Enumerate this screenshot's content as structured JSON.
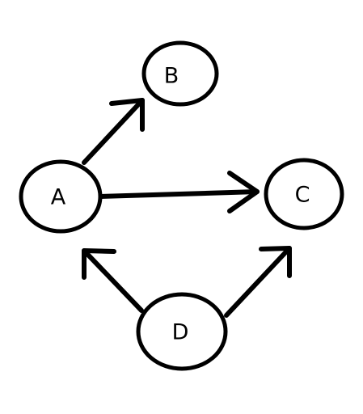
{
  "diagram": {
    "type": "directed-graph",
    "colors": {
      "stroke": "#000000",
      "background": "#ffffff"
    },
    "nodes": [
      {
        "id": "A",
        "label": "A"
      },
      {
        "id": "B",
        "label": "B"
      },
      {
        "id": "C",
        "label": "C"
      },
      {
        "id": "D",
        "label": "D"
      }
    ],
    "edges": [
      {
        "from": "A",
        "to": "B"
      },
      {
        "from": "A",
        "to": "C"
      },
      {
        "from": "D",
        "to": "A"
      },
      {
        "from": "D",
        "to": "C"
      }
    ]
  }
}
